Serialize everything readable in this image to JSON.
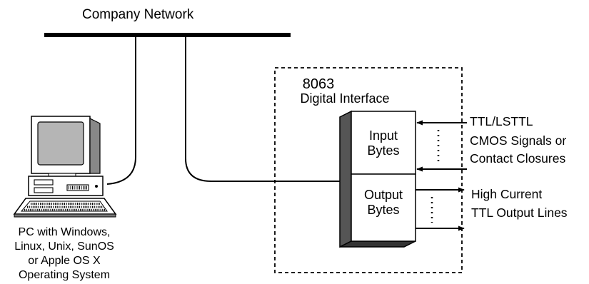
{
  "network": {
    "label": "Company Network"
  },
  "interface": {
    "model": "8063",
    "name": "Digital Interface",
    "input_label": [
      "Input",
      "Bytes"
    ],
    "output_label": [
      "Output",
      "Bytes"
    ]
  },
  "inputs": {
    "lines": [
      "TTL/LSTTL",
      "CMOS Signals or",
      "Contact Closures"
    ]
  },
  "outputs": {
    "lines": [
      "High Current",
      "TTL Output Lines"
    ]
  },
  "pc": {
    "caption": [
      "PC with Windows,",
      "Linux, Unix, SunOS",
      "or Apple OS X",
      "Operating System"
    ]
  }
}
